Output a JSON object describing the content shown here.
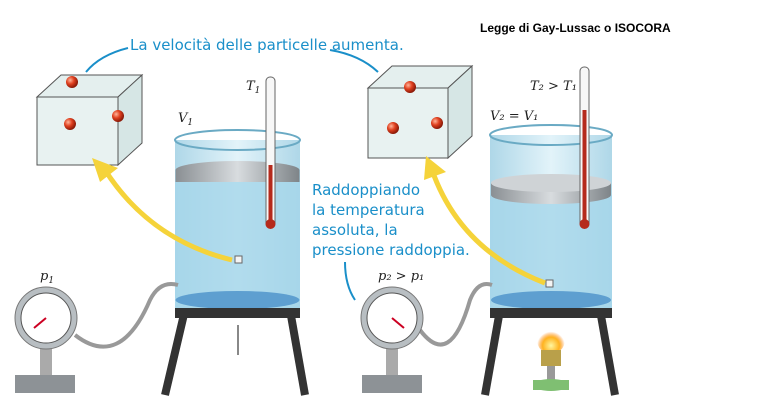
{
  "title": "Legge di Gay-Lussac o ISOCORA",
  "caption_top": "La velocità delle particelle aumenta.",
  "caption_middle": [
    "Raddoppiando",
    "la temperatura",
    "assoluta, la",
    "pressione raddoppia."
  ],
  "left": {
    "temperature": "T",
    "temperature_sub": "1",
    "volume": "V",
    "volume_sub": "1",
    "pressure": "p",
    "pressure_sub": "1"
  },
  "right": {
    "temperature": "T₂ > T₁",
    "volume": "V₂ = V₁",
    "pressure": "p₂ > p₁"
  },
  "colors": {
    "caption": "#1a8fc9",
    "arrow": "#f5d33a",
    "water": "#9fd3e8",
    "particle": "#d8331c"
  }
}
